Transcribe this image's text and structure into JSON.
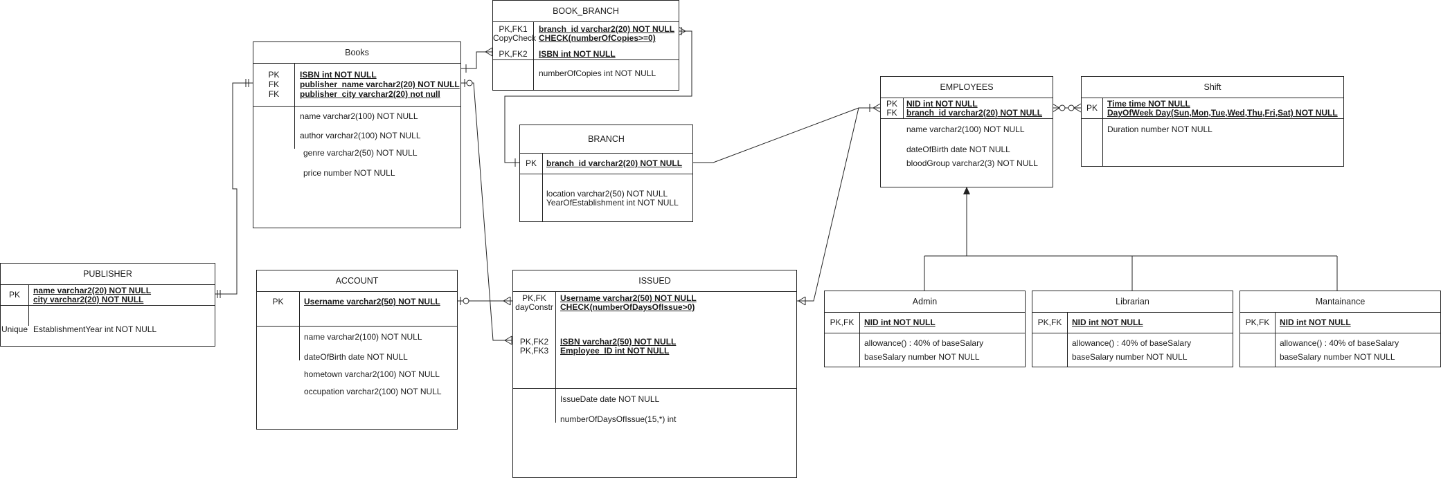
{
  "entities": {
    "book_branch": {
      "title": "BOOK_BRANCH",
      "pk_keys": [
        "PK,FK1",
        "CopyCheck",
        "PK,FK2"
      ],
      "pk_attrs": [
        "branch_id varchar2(20) NOT NULL",
        "CHECK(numberOfCopies>=0)",
        "ISBN int NOT NULL"
      ],
      "attrs": [
        "numberOfCopies int NOT NULL"
      ]
    },
    "books": {
      "title": "Books",
      "pk_keys": [
        "PK",
        "FK",
        "FK"
      ],
      "pk_attrs": [
        "ISBN int NOT NULL",
        "publisher_name varchar2(20) NOT NULL",
        "publisher_city varchar2(20) not null"
      ],
      "attrs": [
        "name varchar2(100)  NOT NULL",
        "author varchar2(100) NOT NULL",
        "genre varchar2(50) NOT NULL",
        "price number NOT NULL"
      ]
    },
    "branch": {
      "title": "BRANCH",
      "pk_keys": [
        "PK"
      ],
      "pk_attrs": [
        "branch_id varchar2(20) NOT NULL"
      ],
      "attrs": [
        "location varchar2(50) NOT NULL",
        "YearOfEstablishment int NOT NULL"
      ]
    },
    "employees": {
      "title": "EMPLOYEES",
      "pk_keys": [
        "PK",
        "FK"
      ],
      "pk_attrs": [
        "NID int NOT NULL",
        "branch_id varchar2(20) NOT NULL"
      ],
      "attrs": [
        "name varchar2(100)  NOT NULL",
        "dateOfBirth date NOT NULL",
        "bloodGroup varchar2(3) NOT NULL"
      ]
    },
    "shift": {
      "title": "Shift",
      "pk_keys": [
        "PK"
      ],
      "pk_attrs": [
        "Time time NOT NULL",
        "DayOfWeek Day(Sun,Mon,Tue,Wed,Thu,Fri,Sat) NOT NULL"
      ],
      "attrs": [
        "Duration number NOT NULL"
      ]
    },
    "publisher": {
      "title": "PUBLISHER",
      "pk_keys": [
        "PK"
      ],
      "pk_attrs": [
        "name varchar2(20) NOT NULL",
        "city varchar2(20) NOT NULL"
      ],
      "attr_keys": [
        "Unique"
      ],
      "attrs": [
        "EstablishmentYear int NOT NULL"
      ]
    },
    "account": {
      "title": "ACCOUNT",
      "pk_keys": [
        "PK"
      ],
      "pk_attrs": [
        "Username varchar2(50) NOT NULL"
      ],
      "attrs": [
        "name varchar2(100) NOT NULL",
        "dateOfBirth date NOT NULL",
        "hometown varchar2(100) NOT NULL",
        "occupation varchar2(100) NOT NULL"
      ]
    },
    "issued": {
      "title": "ISSUED",
      "pk_keys": [
        "PK,FK",
        "dayConstr",
        "PK,FK2",
        "PK,FK3"
      ],
      "pk_attrs": [
        "Username varchar2(50) NOT NULL",
        "CHECK(numberOfDaysOfIssue>0)",
        "ISBN varchar2(50) NOT NULL",
        "Employee_ID int NOT NULL"
      ],
      "attrs": [
        "IssueDate date NOT NULL",
        "numberOfDaysOfIssue(15,*) int"
      ]
    },
    "admin": {
      "title": "Admin",
      "pk_keys": [
        "PK,FK"
      ],
      "pk_attrs": [
        "NID int NOT NULL"
      ],
      "attrs": [
        "allowance() : 40% of baseSalary",
        "baseSalary number NOT NULL"
      ]
    },
    "librarian": {
      "title": "Librarian",
      "pk_keys": [
        "PK,FK"
      ],
      "pk_attrs": [
        "NID int NOT NULL"
      ],
      "attrs": [
        "allowance() : 40% of baseSalary",
        "baseSalary number NOT NULL"
      ]
    },
    "maintenance": {
      "title": "Mantainance",
      "pk_keys": [
        "PK,FK"
      ],
      "pk_attrs": [
        "NID int NOT NULL"
      ],
      "attrs": [
        "allowance() : 40% of baseSalary",
        "baseSalary number NOT NULL"
      ]
    }
  },
  "relationships": [
    {
      "from": "publisher",
      "to": "books",
      "notation": "one-and-only-one to one-and-only-one"
    },
    {
      "from": "books",
      "to": "book_branch",
      "notation": "one to one-or-many"
    },
    {
      "from": "book_branch",
      "to": "branch",
      "notation": "one-or-many to one"
    },
    {
      "from": "books",
      "to": "issued",
      "notation": "zero-or-one to one-or-many"
    },
    {
      "from": "account",
      "to": "issued",
      "notation": "zero-or-one to one-or-many"
    },
    {
      "from": "branch",
      "to": "employees",
      "notation": "one to one-or-many"
    },
    {
      "from": "issued",
      "to": "employees",
      "notation": "one-or-many to one"
    },
    {
      "from": "employees",
      "to": "shift",
      "notation": "zero-or-many to zero-or-many"
    },
    {
      "from": "admin",
      "to": "employees",
      "notation": "inheritance"
    },
    {
      "from": "librarian",
      "to": "employees",
      "notation": "inheritance"
    },
    {
      "from": "maintenance",
      "to": "employees",
      "notation": "inheritance"
    }
  ]
}
